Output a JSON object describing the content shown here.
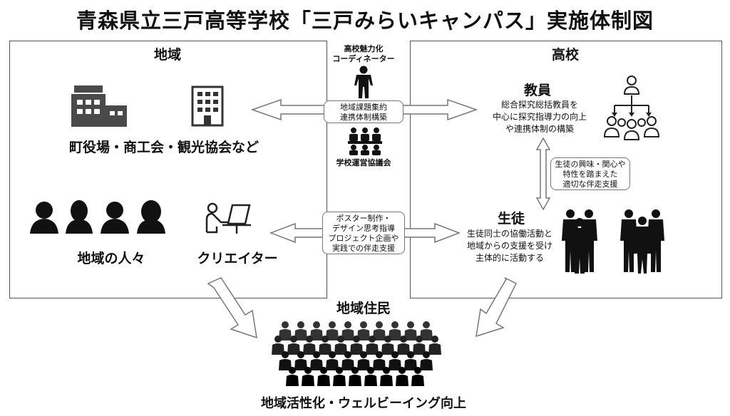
{
  "title": "青森県立三戸高等学校「三戸みらいキャンパス」実施体制図",
  "left_panel": {
    "title": "地域",
    "org_label": "町役場・商工会・観光協会など",
    "people_label": "地域の人々",
    "creator_label": "クリエイター"
  },
  "center": {
    "coordinator_line1": "高校魅力化",
    "coordinator_line2": "コーディネーター",
    "box1_line1": "地域課題集約",
    "box1_line2": "連携体制構築",
    "council_label": "学校運営協議会",
    "box2_line1": "ポスター制作・",
    "box2_line2": "デザイン思考指導",
    "box2_line3": "プロジェクト企画や",
    "box2_line4": "実践での伴走支援"
  },
  "right_panel": {
    "title": "高校",
    "teachers_title": "教員",
    "teachers_line1": "総合探究総括教員を",
    "teachers_line2": "中心に探究指導力の向上",
    "teachers_line3": "や連携体制の構築",
    "interest_line1": "生徒の興味・関心や",
    "interest_line2": "特性を踏まえた",
    "interest_line3": "適切な伴走支援",
    "students_title": "生徒",
    "students_line1": "生徒同士の協働活動と",
    "students_line2": "地域からの支援を受け",
    "students_line3": "主体的に活動する"
  },
  "bottom": {
    "residents_title": "地域住民",
    "outcome": "地域活性化・ウェルビーイング向上"
  }
}
